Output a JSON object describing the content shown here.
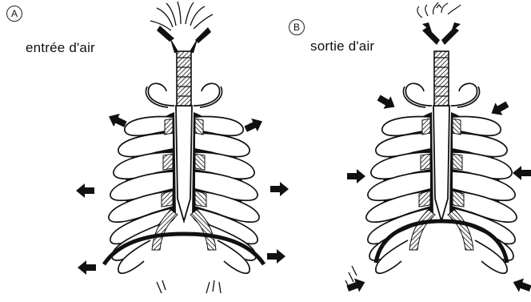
{
  "panels": [
    {
      "letter": "A",
      "caption": "entrée d'air"
    },
    {
      "letter": "B",
      "caption": "sortie d'air"
    }
  ]
}
